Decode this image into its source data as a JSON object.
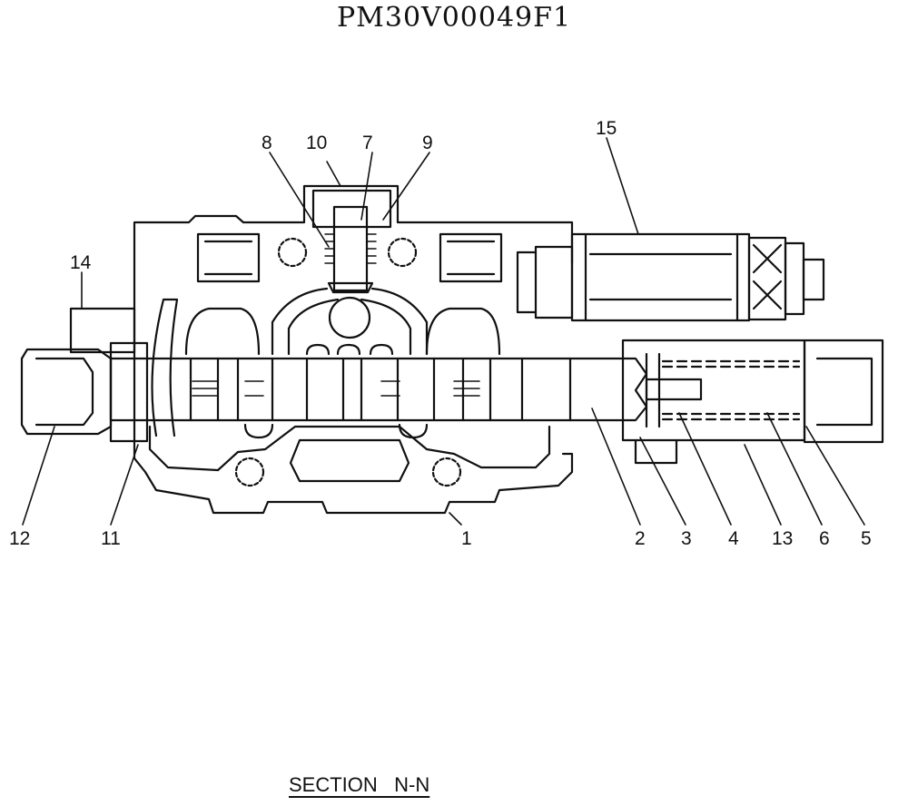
{
  "title": "PM30V00049F1",
  "section_label": "SECTION   N-N",
  "callouts": {
    "c1": "1",
    "c2": "2",
    "c3": "3",
    "c4": "4",
    "c5": "5",
    "c6": "6",
    "c7": "7",
    "c8": "8",
    "c9": "9",
    "c10": "10",
    "c11": "11",
    "c12": "12",
    "c13": "13",
    "c14": "14",
    "c15": "15"
  },
  "line_color": "#111111"
}
